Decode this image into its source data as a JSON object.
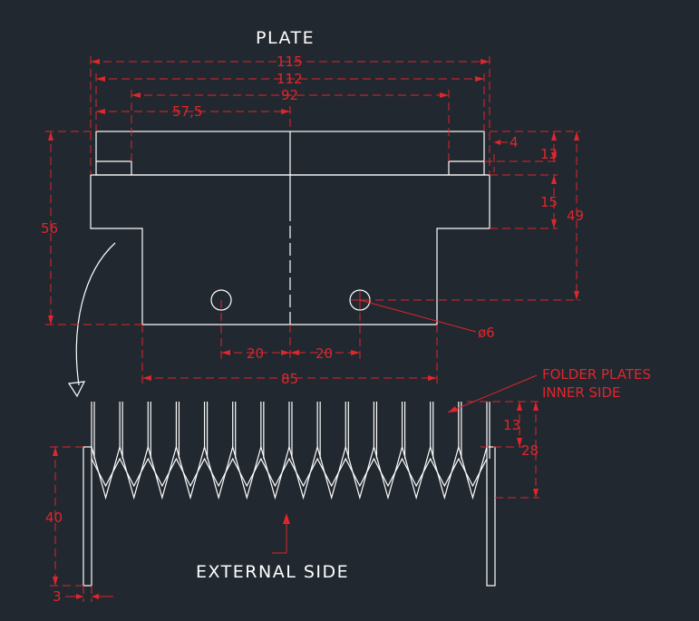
{
  "labels": {
    "plate": "PLATE",
    "external_side": "EXTERNAL SIDE",
    "folder_plates": "FOLDER PLATES",
    "inner_side": "INNER SIDE"
  },
  "dimensions": {
    "d115": "115",
    "d112": "112",
    "d92": "92",
    "d57_5": "57,5",
    "d4": "4",
    "d13_top": "13",
    "d15": "15",
    "d49": "49",
    "d56": "56",
    "d6": "ø6",
    "d20_left": "20",
    "d20_right": "20",
    "d85": "85",
    "d13_bottom": "13",
    "d28": "28",
    "d40": "40",
    "d3": "3"
  },
  "colors": {
    "background": "#212830",
    "geometry": "#ffffff",
    "dimension": "#e0262b"
  }
}
